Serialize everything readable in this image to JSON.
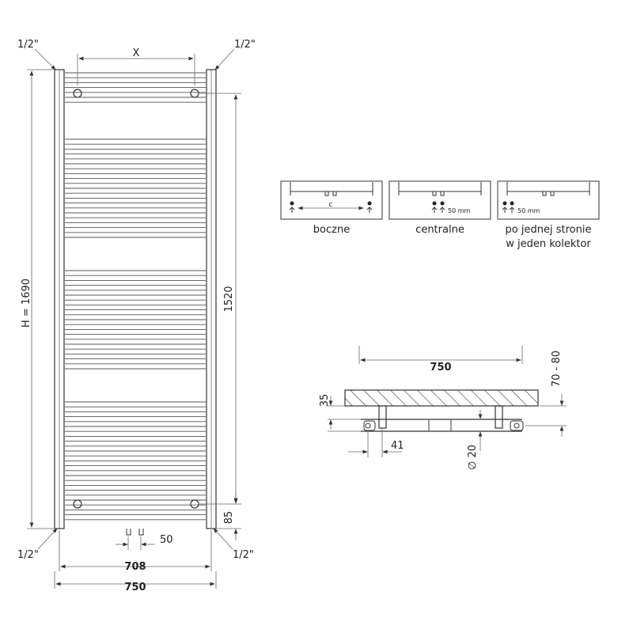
{
  "radiator": {
    "thread_top_left": "1/2\"",
    "thread_top_right": "1/2\"",
    "thread_bottom_left": "1/2\"",
    "thread_bottom_right": "1/2\"",
    "dim_x": "X",
    "dim_height": "H = 1690",
    "dim_1520": "1520",
    "dim_85": "85",
    "dim_50": "50",
    "dim_708": "708",
    "dim_750": "750"
  },
  "connections": {
    "boczne": {
      "label": "boczne",
      "inner": "c"
    },
    "centralne": {
      "label": "centralne",
      "inner": "50 mm"
    },
    "po_jednej": {
      "label_line1": "po jednej stronie",
      "label_line2": "w jeden kolektor",
      "inner": "50 mm"
    }
  },
  "side_view": {
    "dim_750": "750",
    "dim_70_80": "70 - 80",
    "dim_35": "35",
    "dim_41": "41",
    "dim_20": "∅ 20"
  },
  "colors": {
    "line": "#333333",
    "text": "#222222"
  }
}
